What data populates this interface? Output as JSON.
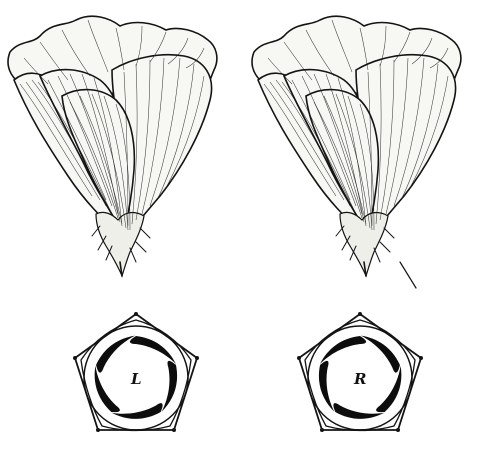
{
  "figure": {
    "flowers": [
      {
        "id": "left-flower"
      },
      {
        "id": "right-flower"
      }
    ],
    "diagrams": [
      {
        "id": "left-aestivation-diagram",
        "letter": "L",
        "direction": "sinistrorse"
      },
      {
        "id": "right-aestivation-diagram",
        "letter": "R",
        "direction": "dextrorse"
      }
    ]
  },
  "colors": {
    "ink": "#141414",
    "paper": "#ffffff"
  }
}
